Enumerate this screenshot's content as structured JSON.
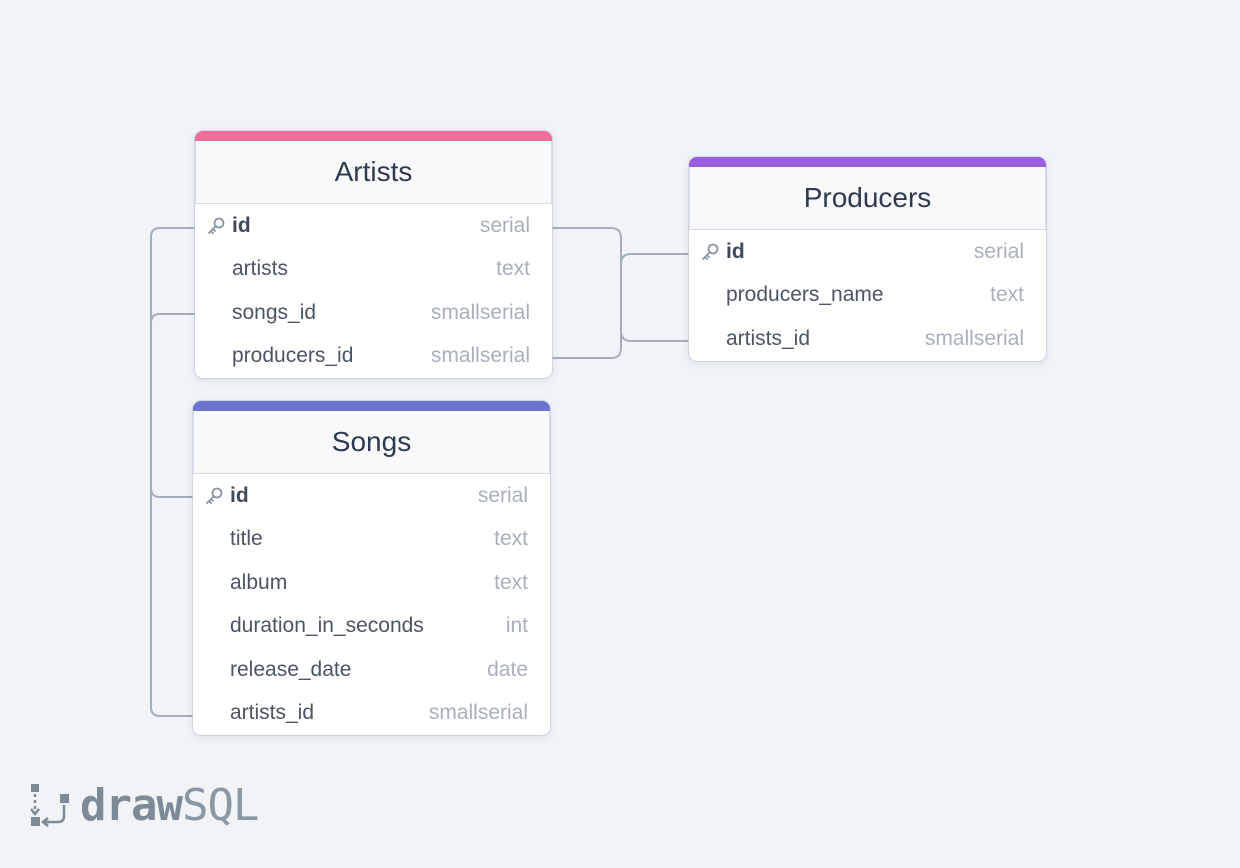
{
  "colors": {
    "background": "#f0f4f7",
    "connector": "#a3afbd",
    "artists_accent": "#f06e9a",
    "songs_accent": "#6c73d0",
    "producers_accent": "#9b5ce0"
  },
  "tables": {
    "artists": {
      "title": "Artists",
      "fields": [
        {
          "name": "id",
          "type": "serial",
          "primary_key": true
        },
        {
          "name": "artists",
          "type": "text"
        },
        {
          "name": "songs_id",
          "type": "smallserial"
        },
        {
          "name": "producers_id",
          "type": "smallserial"
        }
      ]
    },
    "songs": {
      "title": "Songs",
      "fields": [
        {
          "name": "id",
          "type": "serial",
          "primary_key": true
        },
        {
          "name": "title",
          "type": "text"
        },
        {
          "name": "album",
          "type": "text"
        },
        {
          "name": "duration_in_seconds",
          "type": "int"
        },
        {
          "name": "release_date",
          "type": "date"
        },
        {
          "name": "artists_id",
          "type": "smallserial"
        }
      ]
    },
    "producers": {
      "title": "Producers",
      "fields": [
        {
          "name": "id",
          "type": "serial",
          "primary_key": true
        },
        {
          "name": "producers_name",
          "type": "text"
        },
        {
          "name": "artists_id",
          "type": "smallserial"
        }
      ]
    }
  },
  "logo": {
    "draw": "draw",
    "sql": "SQL",
    "icon": "drawsql-logo-icon"
  }
}
